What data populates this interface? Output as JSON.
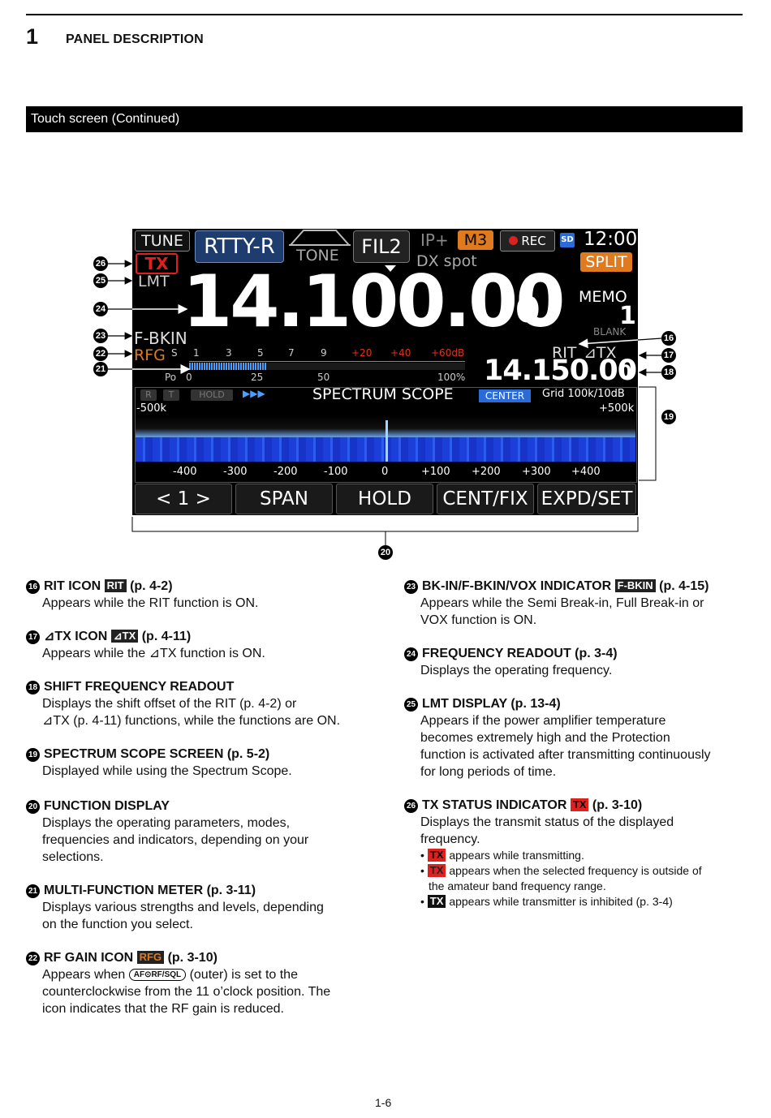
{
  "header": {
    "chapter_number": "1",
    "chapter_title": "PANEL DESCRIPTION",
    "section_title": "Touch screen (Continued)"
  },
  "screen": {
    "tune": "TUNE",
    "mode": "RTTY-R",
    "tone": "TONE",
    "filter": "FIL2",
    "ip_plus": "IP+",
    "memory_channel_badge": "M3",
    "rec": "REC",
    "sd": "SD",
    "clock": "12:00",
    "split": "SPLIT",
    "tx": "TX",
    "dx_spot": "DX spot",
    "lmt": "LMT",
    "freq_main": "14.100.00",
    "freq_main_last": "0",
    "memo": "MEMO",
    "memo_number": "1",
    "blank": "BLANK",
    "fbkin": "F-BKIN",
    "rfg": "RFG",
    "meter_s": "S",
    "meter_s_ticks": [
      "1",
      "3",
      "5",
      "7",
      "9"
    ],
    "meter_plus_ticks": [
      "+20",
      "+40",
      "+60dB"
    ],
    "meter_po": "Po",
    "meter_po_ticks": [
      "0",
      "25",
      "50",
      "100%"
    ],
    "meter_level": 0.28,
    "rit": "RIT",
    "delta_tx": "⊿TX",
    "freq_sub": "14.150.00",
    "freq_sub_last": "0",
    "scope_flags": [
      "R",
      "T",
      "HOLD"
    ],
    "scope_title": "SPECTRUM SCOPE",
    "scope_center": "CENTER",
    "scope_grid": "Grid  100k/10dB",
    "scope_lo": "-500k",
    "scope_hi": "+500k",
    "scope_ticks": [
      "-400",
      "-300",
      "-200",
      "-100",
      "0",
      "+100",
      "+200",
      "+300",
      "+400"
    ],
    "softkeys": [
      "< 1 >",
      "SPAN",
      "HOLD",
      "CENT/FIX",
      "EXPD/SET"
    ]
  },
  "callouts": {
    "c16": "16",
    "c17": "17",
    "c18": "18",
    "c19": "19",
    "c20": "20",
    "c21": "21",
    "c22": "22",
    "c23": "23",
    "c24": "24",
    "c25": "25",
    "c26": "26"
  },
  "items_left": [
    {
      "num": "16",
      "title": "RIT ICON",
      "chip": "RIT",
      "ref": "(p. 4-2)",
      "body": "Appears while the RIT function is ON."
    },
    {
      "num": "17",
      "title": "⊿TX ICON",
      "chip": "⊿TX",
      "ref": "(p. 4-11)",
      "body": "Appears while the ⊿TX function is ON."
    },
    {
      "num": "18",
      "title": "SHIFT FREQUENCY READOUT",
      "body1": "Displays the shift offset of the RIT (p. 4-2) or",
      "body2": "⊿TX (p. 4-11) functions, while the functions are ON."
    },
    {
      "num": "19",
      "title": "SPECTRUM SCOPE SCREEN (p. 5-2)",
      "body": "Displayed while using the Spectrum Scope."
    },
    {
      "num": "20",
      "title": "FUNCTION DISPLAY",
      "body1": "Displays the operating parameters, modes,",
      "body2": "frequencies and indicators, depending on your",
      "body3": "selections."
    },
    {
      "num": "21",
      "title": "MULTI-FUNCTION METER (p. 3-11)",
      "body1": "Displays various strengths and levels, depending",
      "body2": "on the function you select."
    },
    {
      "num": "22",
      "title": "RF GAIN ICON",
      "chip": "RFG",
      "ref": "(p. 3-10)",
      "body1a": "Appears when",
      "knob": "AF⊙RF/SQL",
      "body1b": "(outer) is set to the",
      "body2": "counterclockwise from the 11 o’clock position. The",
      "body3": "icon indicates that the RF gain is reduced."
    }
  ],
  "items_right": [
    {
      "num": "23",
      "title": "BK-IN/F-BKIN/VOX INDICATOR",
      "chip": "F-BKIN",
      "ref": "(p. 4-15)",
      "body1": "Appears while the Semi Break-in, Full Break-in or",
      "body2": "VOX function is ON."
    },
    {
      "num": "24",
      "title": "FREQUENCY READOUT (p. 3-4)",
      "body": "Displays the operating frequency."
    },
    {
      "num": "25",
      "title": "LMT DISPLAY (p. 13-4)",
      "body1": "Appears if the power amplifier temperature",
      "body2": "becomes extremely high and the Protection",
      "body3": "function is activated after transmitting continuously",
      "body4": "for long periods of time."
    },
    {
      "num": "26",
      "title": "TX STATUS INDICATOR",
      "chip": "TX",
      "ref": "(p. 3-10)",
      "body1": "Displays the transmit status of the displayed",
      "body2": "frequency.",
      "bullets": [
        {
          "chip": "TX",
          "text": "appears while transmitting."
        },
        {
          "chip": "TX",
          "text": "appears when the selected frequency is outside of",
          "text2": "the amateur band frequency range."
        },
        {
          "chip": "TX",
          "text": "appears while transmitter is inhibited (p. 3-4)"
        }
      ]
    }
  ],
  "footer": {
    "page": "1-6"
  }
}
